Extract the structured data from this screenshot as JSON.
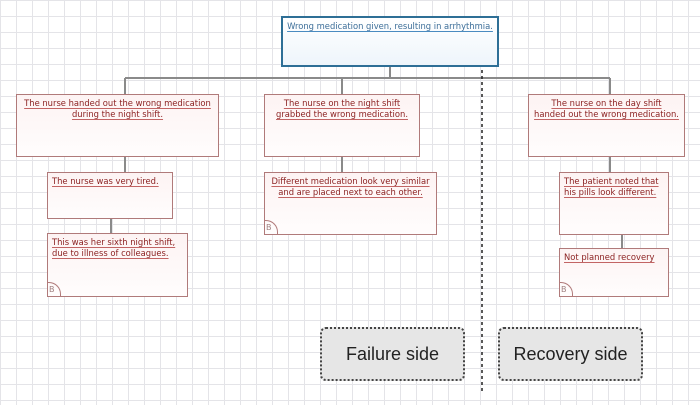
{
  "top_event": {
    "text": "Wrong medication given, resulting in arrhythmia."
  },
  "failure_branch": {
    "left": {
      "cause": "The nurse handed out the wrong medication\nduring the night shift.",
      "sub_cause": "The nurse was very tired.",
      "root_cause": "This was her sixth night shift,\ndue to illness of colleagues.",
      "badge": "B"
    },
    "middle": {
      "cause": "The nurse on the night shift\ngrabbed the wrong medication.",
      "sub_cause": "Different medication look very similar\nand are placed next to each other.",
      "badge": "B"
    }
  },
  "recovery_branch": {
    "cause": "The nurse on the day shift\nhanded out the wrong medication.",
    "sub_cause": "The patient noted that\nhis pills look different.",
    "root_cause": "Not planned recovery",
    "badge": "B"
  },
  "labels": {
    "failure_side": "Failure side",
    "recovery_side": "Recovery side"
  },
  "colors": {
    "node_border": "#b07a7a",
    "node_text": "#8a1f1f",
    "top_event_border": "#2e6f96",
    "top_event_text": "#3d6e99",
    "connector": "#888888"
  }
}
